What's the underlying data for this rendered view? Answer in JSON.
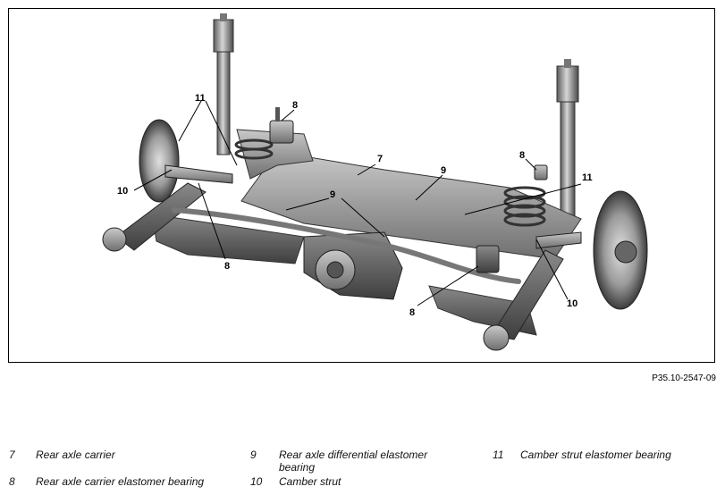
{
  "figure": {
    "callouts": {
      "c11_left": "11",
      "c8_top": "8",
      "c7": "7",
      "c9_top": "9",
      "c8_right": "8",
      "c11_right": "11",
      "c10_left": "10",
      "c9_mid": "9",
      "c8_left": "8",
      "c10_right": "10",
      "c8_bottom": "8"
    }
  },
  "reference_code": "P35.10-2547-09",
  "legend": [
    {
      "number": "7",
      "text": "Rear axle carrier"
    },
    {
      "number": "8",
      "text": "Rear axle carrier elastomer bearing"
    },
    {
      "number": "9",
      "text": "Rear axle differential elastomer bearing"
    },
    {
      "number": "10",
      "text": "Camber strut"
    },
    {
      "number": "11",
      "text": "Camber strut elastomer bearing"
    }
  ]
}
